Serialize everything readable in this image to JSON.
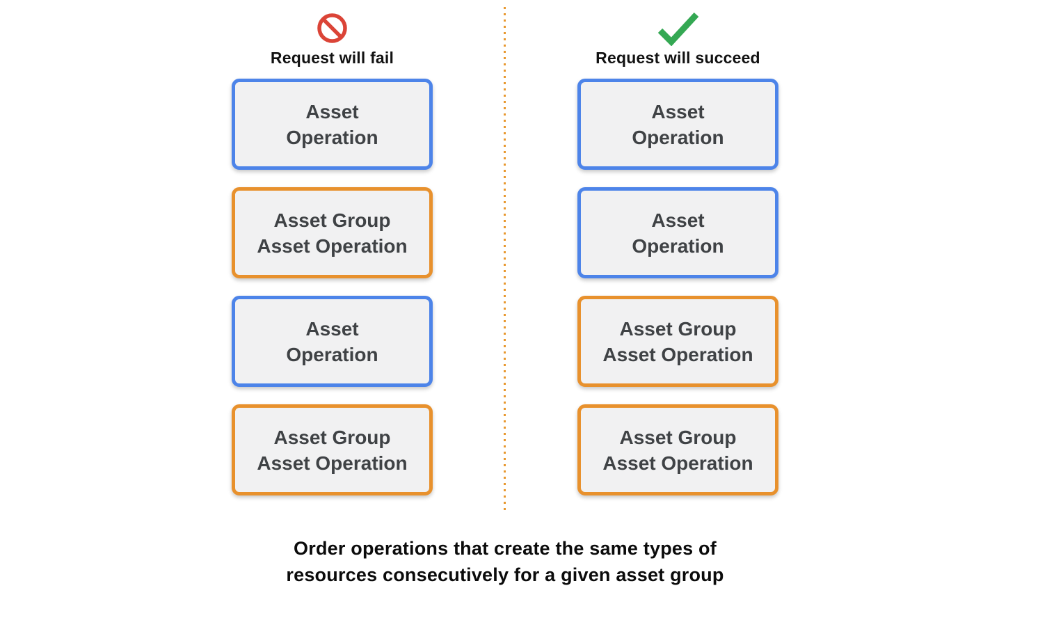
{
  "colors": {
    "blue_border": "#4D84E9",
    "orange_border": "#E8912D",
    "box_fill": "#F1F1F2",
    "box_text": "#3F4245",
    "fail_icon_red": "#DB4437",
    "success_icon_green": "#34A853",
    "divider_orange": "#E8982F",
    "heading_text": "#121212"
  },
  "columns": [
    {
      "id": "fail",
      "icon": "prohibition-icon",
      "header": "Request will fail",
      "boxes": [
        {
          "label": "Asset\nOperation",
          "type": "blue"
        },
        {
          "label": "Asset Group\nAsset Operation",
          "type": "orange"
        },
        {
          "label": "Asset\nOperation",
          "type": "blue"
        },
        {
          "label": "Asset Group\nAsset Operation",
          "type": "orange"
        }
      ]
    },
    {
      "id": "succeed",
      "icon": "checkmark-icon",
      "header": "Request will succeed",
      "boxes": [
        {
          "label": "Asset\nOperation",
          "type": "blue"
        },
        {
          "label": "Asset\nOperation",
          "type": "blue"
        },
        {
          "label": "Asset Group\nAsset Operation",
          "type": "orange"
        },
        {
          "label": "Asset Group\nAsset Operation",
          "type": "orange"
        }
      ]
    }
  ],
  "caption": "Order operations that create the same types of\nresources consecutively for a given asset group"
}
